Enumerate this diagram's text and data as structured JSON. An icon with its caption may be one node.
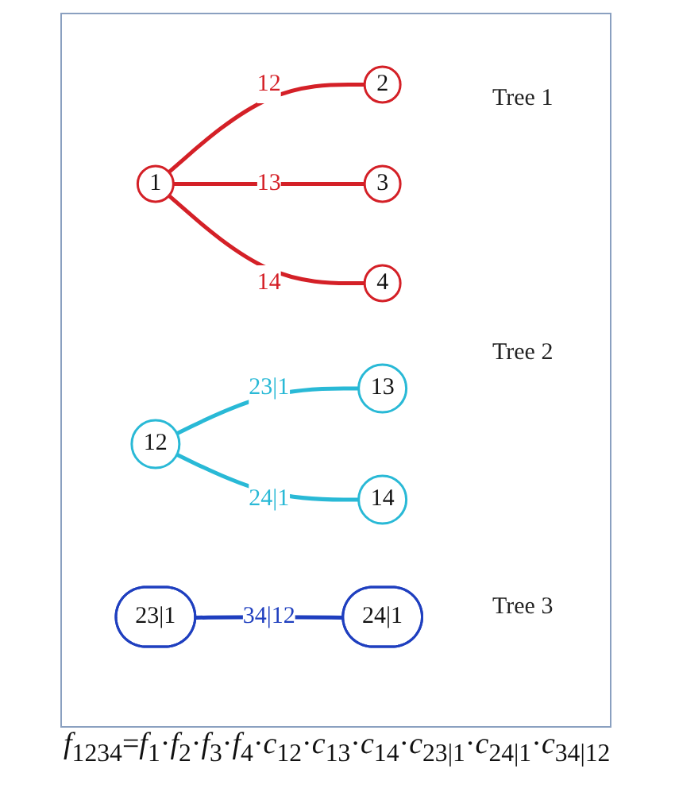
{
  "diagram": {
    "nodes": [
      {
        "text": [
          "1"
        ]
      },
      {
        "text": [
          "2"
        ]
      },
      {
        "text": [
          "3"
        ]
      },
      {
        "text": [
          "4"
        ]
      },
      {
        "text": [
          "12"
        ]
      },
      {
        "text": [
          "13"
        ]
      },
      {
        "text": [
          "14"
        ]
      },
      {
        "text": [
          "23|1"
        ]
      },
      {
        "text": [
          "24|1"
        ]
      }
    ],
    "edges": [
      {
        "from": 0,
        "to": 1,
        "arrow": "none",
        "label": "12"
      },
      {
        "from": 0,
        "to": 2,
        "arrow": "none",
        "label": "13"
      },
      {
        "from": 0,
        "to": 3,
        "arrow": "none",
        "label": "14"
      },
      {
        "from": 4,
        "to": 5,
        "arrow": "none",
        "label": "23|1",
        "color": "#29b9d6"
      },
      {
        "from": 4,
        "to": 6,
        "arrow": "none",
        "label": "24|1",
        "color": "#29b9d6"
      },
      {
        "from": 7,
        "to": 8,
        "arrow": "none",
        "label": "34|12",
        "color": "#1f3fbf"
      }
    ],
    "labels": [
      "Tree 1",
      "Tree 2",
      "Tree 3",
      "*f*$_{1234}$=*f*$_{1}$·*f*$_{2}$·*f*$_{3}$·*f*$_{4}$·*c*$_{12}$·*c*$_{13}$·*c*$_{14}$·*c*$_{23|1}$·*c*$_{24|1}$·*c*$_{34|12}$"
    ]
  }
}
